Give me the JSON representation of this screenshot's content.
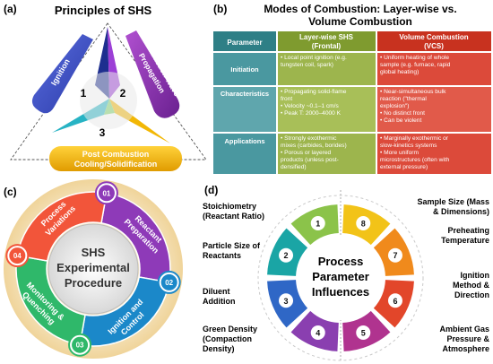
{
  "panel_a": {
    "tag": "(a)",
    "title": "Principles of SHS",
    "bars": {
      "ignition": "Ignition",
      "combustion_line1": "Combustion Wave",
      "combustion_line2": "Propagation",
      "post_line1": "Post Combustion",
      "post_line2": "Cooling/Solidification"
    },
    "numbers": [
      "1",
      "2",
      "3"
    ],
    "colors": {
      "ignition": "#3a4fc9",
      "combustion": "#8e34b8",
      "post": "#f0b400"
    }
  },
  "panel_b": {
    "tag": "(b)",
    "title_line1": "Modes of Combustion: Layer-wise vs.",
    "title_line2": "Volume Combustion",
    "headers": {
      "param": "Parameter",
      "frontal_line1": "Layer-wise SHS",
      "frontal_line2": "(Frontal)",
      "volume": "Volume Combustion",
      "volume_line2": "(VCS)"
    },
    "rows": [
      {
        "param": "Initiation",
        "frontal": [
          "• Local point ignition (e.g.",
          "  tungsten coil, spark)"
        ],
        "volume": [
          "• Uniform heating of whole",
          "  sample (e.g. furnace, rapid",
          "  global heating)"
        ]
      },
      {
        "param": "Characteristics",
        "frontal": [
          "• Propagating solid-flame",
          "  front",
          "• Velocity ~0.1–1 cm/s",
          "• Peak T: 2000–4000 K"
        ],
        "volume": [
          "• Near-simultaneous bulk",
          "  reaction (\"thermal",
          "  explosion\")",
          "• No distinct front",
          "• Can be violent"
        ]
      },
      {
        "param": "Applications",
        "frontal": [
          "• Strongly exothermic",
          "  mixes (carbides, borides)",
          "• Porous or layered",
          "  products (unless post-",
          "  densified)"
        ],
        "volume": [
          "• Marginally exothermic or",
          "  slow-kinetics systems",
          "• More uniform",
          "  microstructures (often with",
          "  external pressure)"
        ]
      }
    ],
    "colors": {
      "param": "#2e7f86",
      "frontal": "#8aa63a",
      "volume": "#d53a2b"
    }
  },
  "panel_c": {
    "tag": "(c)",
    "center_line1": "SHS",
    "center_line2": "Experimental",
    "center_line3": "Procedure",
    "steps": [
      {
        "num": "01",
        "label_line1": "Reactant",
        "label_line2": "Preparation"
      },
      {
        "num": "02",
        "label_line1": "Ignition and",
        "label_line2": "Control"
      },
      {
        "num": "03",
        "label_line1": "Monitoring &",
        "label_line2": "Quenching"
      },
      {
        "num": "04",
        "label_line1": "Process",
        "label_line2": "Variations"
      }
    ]
  },
  "panel_d": {
    "tag": "(d)",
    "center_line1": "Process",
    "center_line2": "Parameter",
    "center_line3": "Influences",
    "left_items": [
      {
        "num": "1",
        "line1": "Stoichiometry",
        "line2": "(Reactant Ratio)"
      },
      {
        "num": "2",
        "line1": "Particle Size of",
        "line2": "Reactants"
      },
      {
        "num": "3",
        "line1": "Diluent",
        "line2": "Addition"
      },
      {
        "num": "4",
        "line1": "Green Density",
        "line2": "(Compaction",
        "line3": "Density)"
      }
    ],
    "right_items": [
      {
        "num": "8",
        "line1": "Sample Size (Mass",
        "line2": "& Dimensions)"
      },
      {
        "num": "7",
        "line1": "Preheating",
        "line2": "Temperature"
      },
      {
        "num": "6",
        "line1": "Ignition",
        "line2": "Method &",
        "line3": "Direction"
      },
      {
        "num": "5",
        "line1": "Ambient Gas",
        "line2": "Pressure &",
        "line3": "Atmosphere"
      }
    ],
    "colors": [
      "#8bc34a",
      "#1aa5a5",
      "#2f67c6",
      "#8a3fb0",
      "#b0338f",
      "#e2462a",
      "#f08a1c",
      "#f2c318"
    ]
  }
}
